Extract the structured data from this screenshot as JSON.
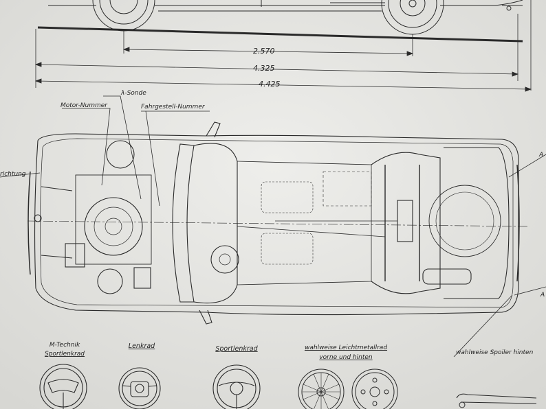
{
  "dimensions": {
    "wheelbase": "2.570",
    "length_a": "4.325",
    "length_b": "4.425"
  },
  "callouts": {
    "lambda_sensor": "λ-Sonde",
    "engine_number": "Motor-Nummer",
    "chassis_number": "Fahrgestell-Nummer",
    "direction_left": "richtung",
    "right_top": "A",
    "right_bottom": "A"
  },
  "options": {
    "mtech_wheel_line1": "M-Technik",
    "mtech_wheel_line2": "Sportlenkrad",
    "steering_wheel": "Lenkrad",
    "sport_wheel": "Sportlenkrad",
    "alloy_wheels_line1": "wahlweise Leichtmetallrad",
    "alloy_wheels_line2": "vorne und hinten",
    "rear_spoiler": "wahlweise Spoiler hinten"
  },
  "colors": {
    "ink": "#2a2a2a",
    "paper": "#e8e8e5"
  }
}
